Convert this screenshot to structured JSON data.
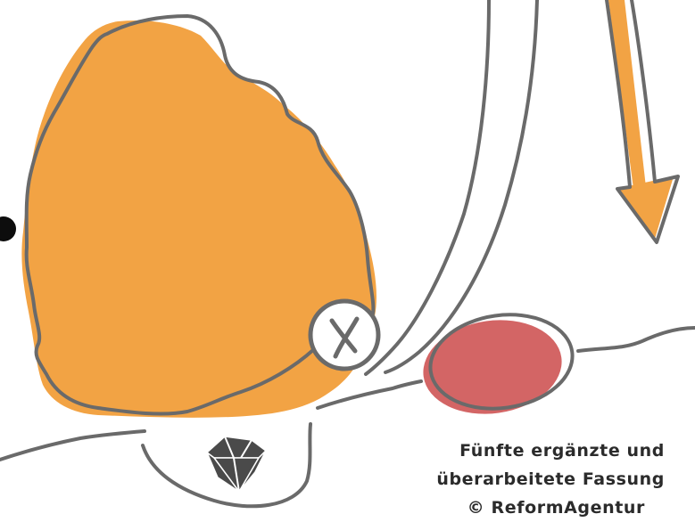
{
  "caption": {
    "line1": "Fünfte ergänzte und",
    "line2": "überarbeitete Fassung",
    "line3": "© ReformAgentur"
  },
  "icons": {
    "close_marker": "x-circle-icon",
    "gem": "diamond-icon",
    "arrow": "arrow-down-icon",
    "bullet": "dot-icon"
  },
  "colors": {
    "shape_orange": "#f2a344",
    "stroke_gray": "#6a6a6a",
    "ellipse_red": "#d36565",
    "text": "#2b2b2b",
    "background": "#ffffff"
  }
}
